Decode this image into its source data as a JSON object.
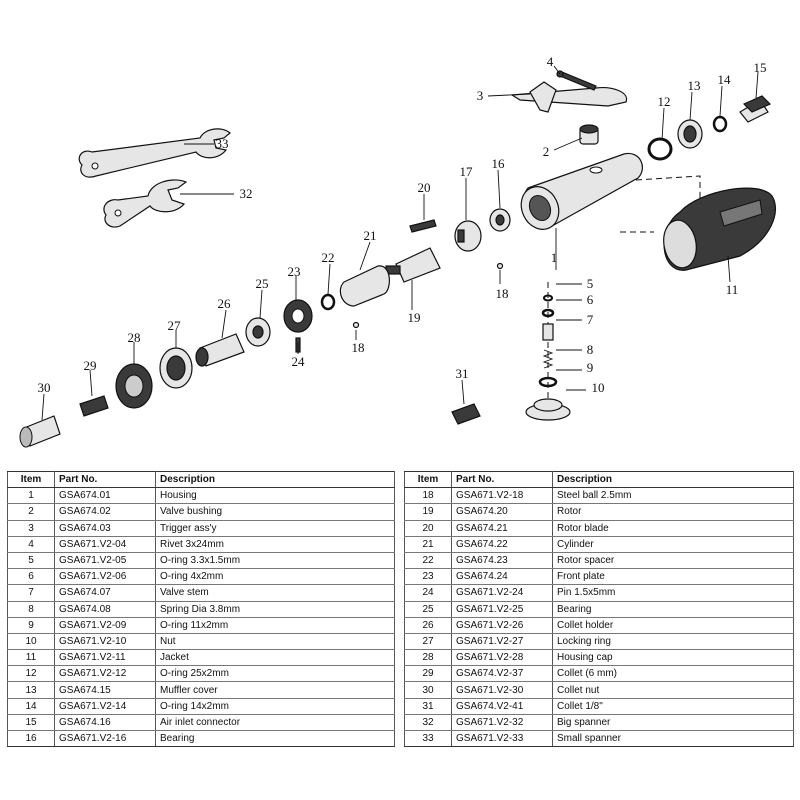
{
  "callouts": [
    "1",
    "2",
    "3",
    "4",
    "5",
    "6",
    "7",
    "8",
    "9",
    "10",
    "11",
    "12",
    "13",
    "14",
    "15",
    "16",
    "17",
    "18",
    "18",
    "19",
    "20",
    "21",
    "22",
    "23",
    "24",
    "25",
    "26",
    "27",
    "28",
    "29",
    "30",
    "31",
    "32",
    "33"
  ],
  "table": {
    "headers": {
      "item": "Item",
      "part_no": "Part No.",
      "description": "Description"
    },
    "left": [
      {
        "item": "1",
        "part_no": "GSA674.01",
        "description": "Housing"
      },
      {
        "item": "2",
        "part_no": "GSA674.02",
        "description": "Valve bushing"
      },
      {
        "item": "3",
        "part_no": "GSA674.03",
        "description": "Trigger ass'y"
      },
      {
        "item": "4",
        "part_no": "GSA671.V2-04",
        "description": "Rivet 3x24mm"
      },
      {
        "item": "5",
        "part_no": "GSA671.V2-05",
        "description": "O-ring 3.3x1.5mm"
      },
      {
        "item": "6",
        "part_no": "GSA671.V2-06",
        "description": "O-ring 4x2mm"
      },
      {
        "item": "7",
        "part_no": "GSA674.07",
        "description": "Valve stem"
      },
      {
        "item": "8",
        "part_no": "GSA674.08",
        "description": "Spring Dia 3.8mm"
      },
      {
        "item": "9",
        "part_no": "GSA671.V2-09",
        "description": "O-ring 11x2mm"
      },
      {
        "item": "10",
        "part_no": "GSA671.V2-10",
        "description": "Nut"
      },
      {
        "item": "11",
        "part_no": "GSA671.V2-11",
        "description": "Jacket"
      },
      {
        "item": "12",
        "part_no": "GSA671.V2-12",
        "description": "O-ring 25x2mm"
      },
      {
        "item": "13",
        "part_no": "GSA674.15",
        "description": "Muffler cover"
      },
      {
        "item": "14",
        "part_no": "GSA671.V2-14",
        "description": "O-ring 14x2mm"
      },
      {
        "item": "15",
        "part_no": "GSA674.16",
        "description": "Air inlet connector"
      },
      {
        "item": "16",
        "part_no": "GSA671.V2-16",
        "description": "Bearing"
      }
    ],
    "right": [
      {
        "item": "18",
        "part_no": "GSA671.V2-18",
        "description": "Steel ball 2.5mm"
      },
      {
        "item": "19",
        "part_no": "GSA674.20",
        "description": "Rotor"
      },
      {
        "item": "20",
        "part_no": "GSA674.21",
        "description": "Rotor blade"
      },
      {
        "item": "21",
        "part_no": "GSA674.22",
        "description": "Cylinder"
      },
      {
        "item": "22",
        "part_no": "GSA674.23",
        "description": "Rotor spacer"
      },
      {
        "item": "23",
        "part_no": "GSA674.24",
        "description": "Front plate"
      },
      {
        "item": "24",
        "part_no": "GSA671.V2-24",
        "description": "Pin 1.5x5mm"
      },
      {
        "item": "25",
        "part_no": "GSA671.V2-25",
        "description": "Bearing"
      },
      {
        "item": "26",
        "part_no": "GSA671.V2-26",
        "description": "Collet holder"
      },
      {
        "item": "27",
        "part_no": "GSA671.V2-27",
        "description": "Locking ring"
      },
      {
        "item": "28",
        "part_no": "GSA671.V2-28",
        "description": "Housing cap"
      },
      {
        "item": "29",
        "part_no": "GSA674.V2-37",
        "description": "Collet (6 mm)"
      },
      {
        "item": "30",
        "part_no": "GSA671.V2-30",
        "description": "Collet nut"
      },
      {
        "item": "31",
        "part_no": "GSA674.V2-41",
        "description": "Collet 1/8\""
      },
      {
        "item": "32",
        "part_no": "GSA671.V2-32",
        "description": "Big spanner"
      },
      {
        "item": "33",
        "part_no": "GSA671.V2-33",
        "description": "Small spanner"
      }
    ]
  }
}
